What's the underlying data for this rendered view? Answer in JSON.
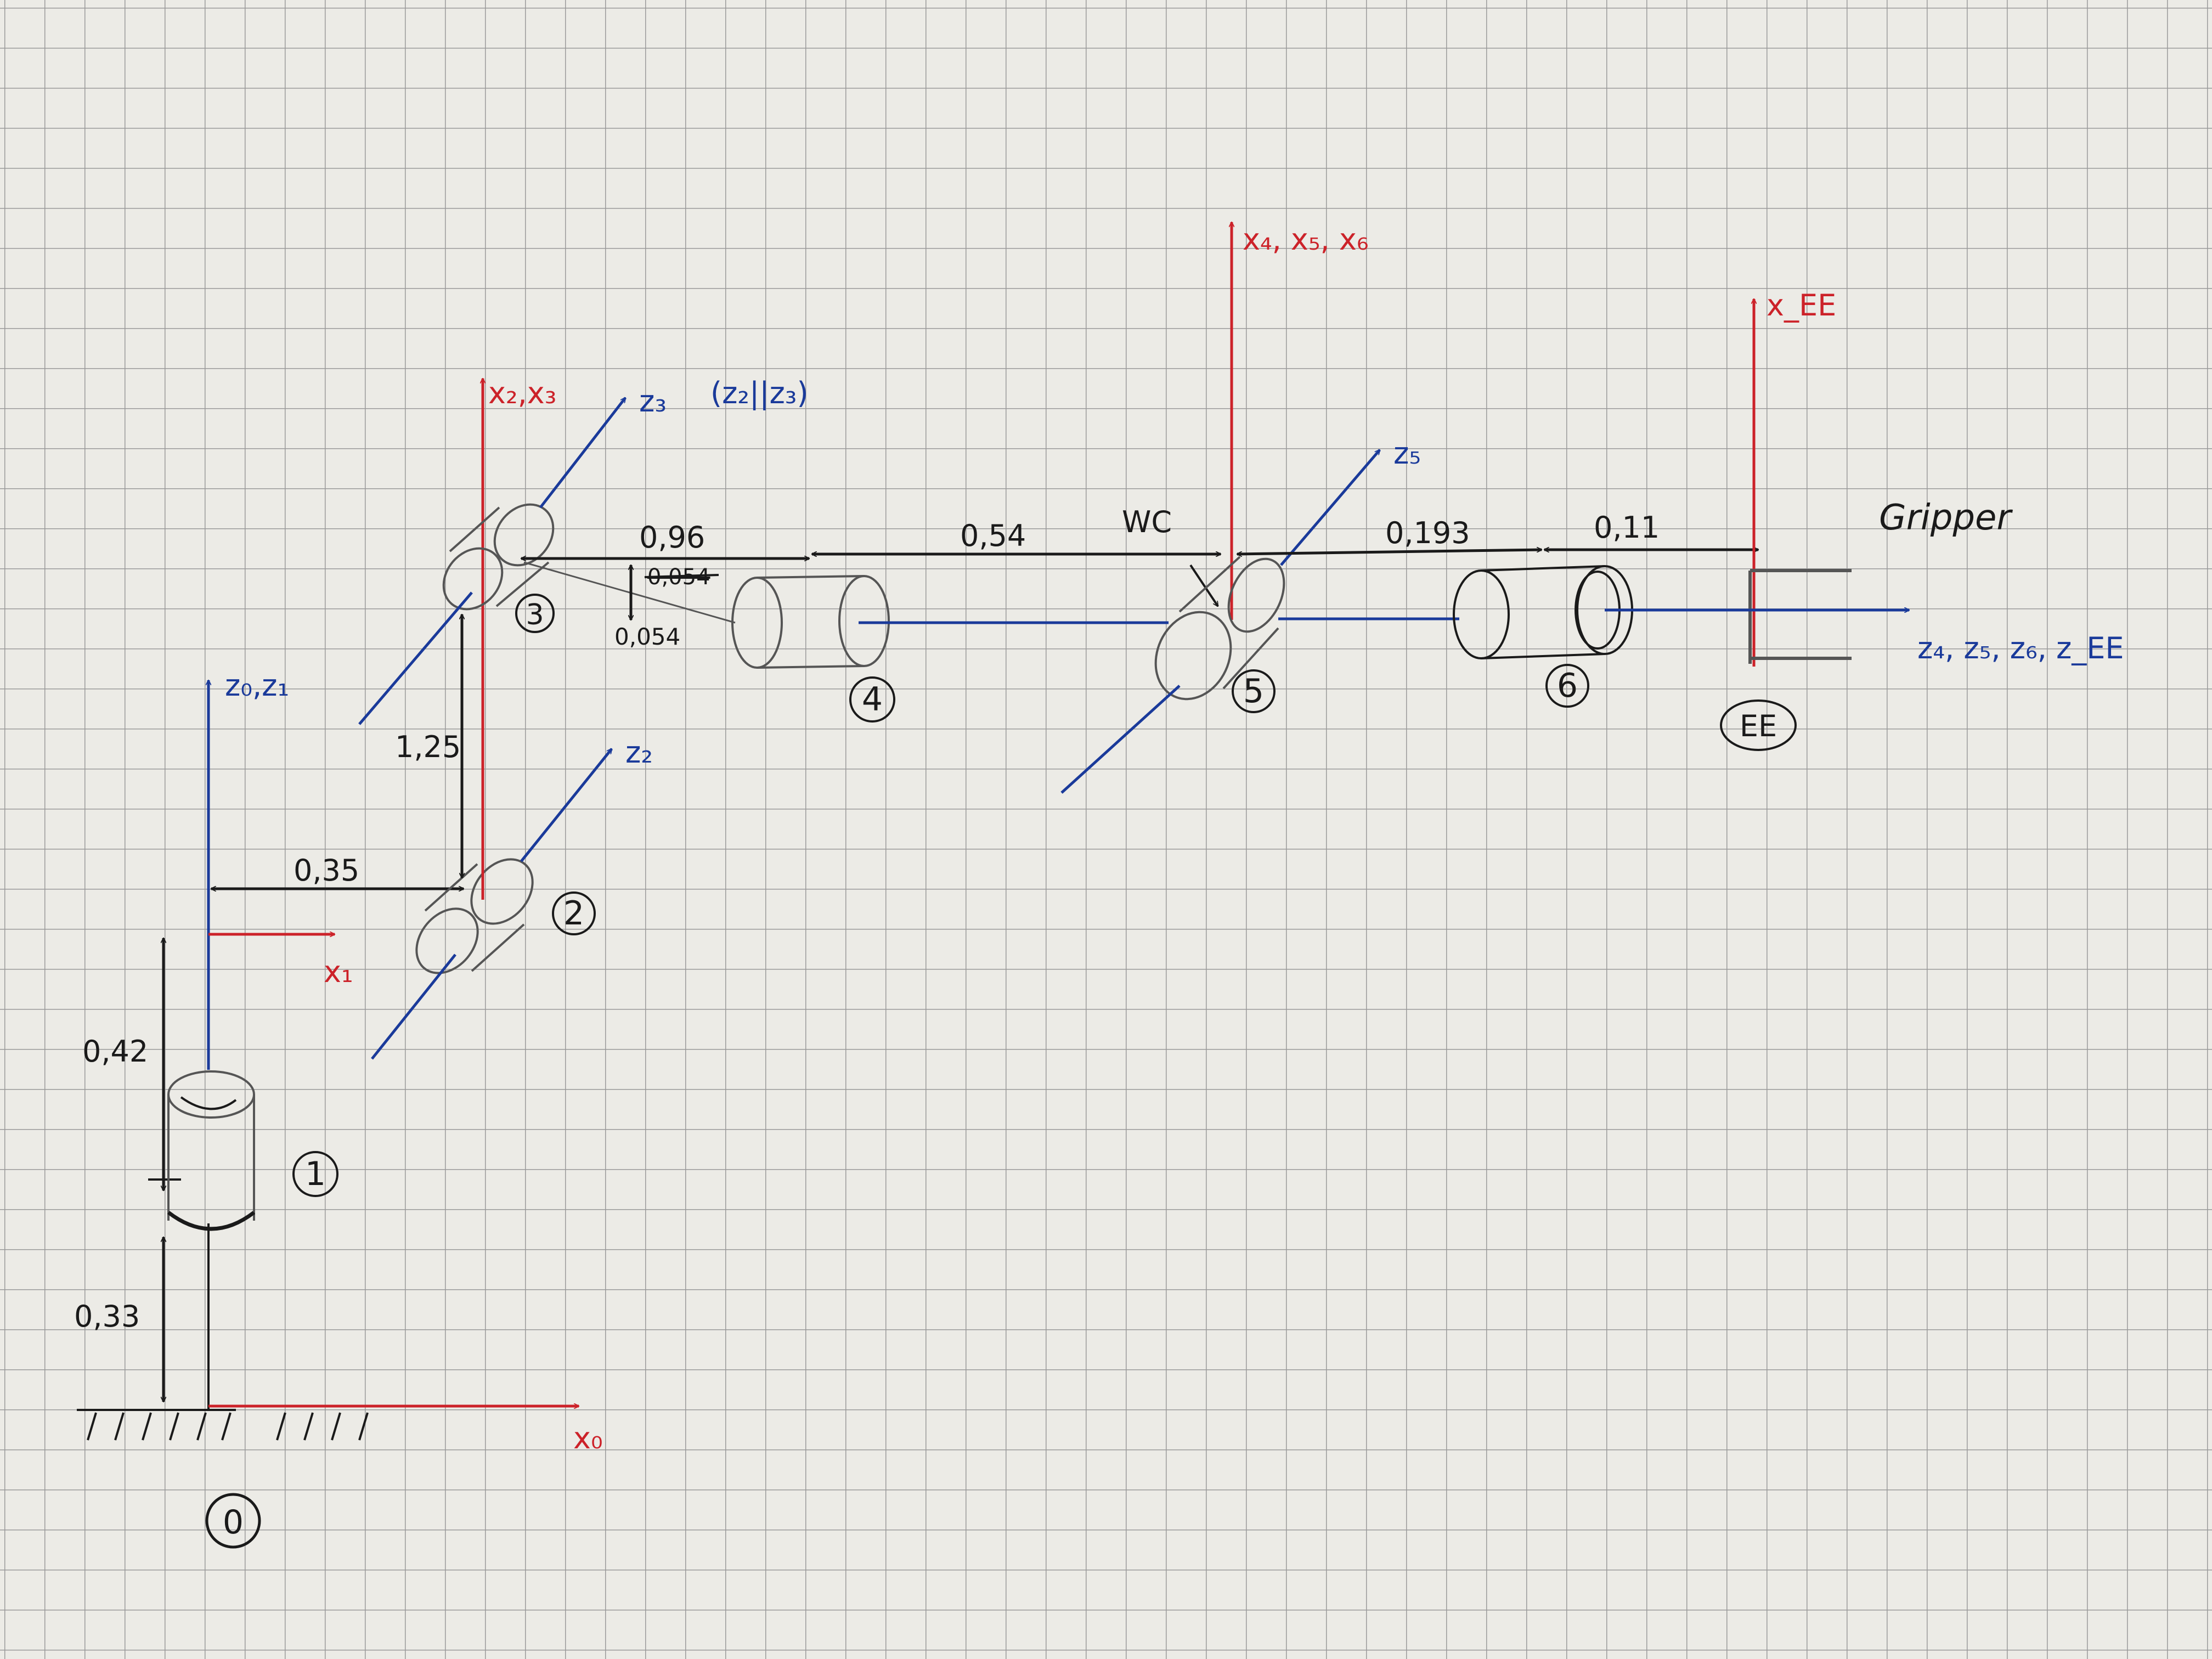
{
  "colors": {
    "paper": "#ecebe6",
    "grid": "#9a9a9a",
    "ink": "#1a1a1a",
    "x_axis": "#cc2229",
    "z_axis": "#1a3a9a",
    "link": "#555555"
  },
  "axis_labels": {
    "x0": "x₀",
    "x1": "x₁",
    "x23": "x₂,x₃",
    "x456": "x₄, x₅, x₆",
    "xee": "x_EE",
    "z01": "z₀,z₁",
    "z2": "z₂",
    "z3": "z₃",
    "z5": "z₅",
    "z46ee": "z₄, z₅, z₆, z_EE",
    "parallel_note": "(z₂||z₃)"
  },
  "dimensions": {
    "d033": "0,33",
    "d042": "0,42",
    "d035": "0,35",
    "d125": "1,25",
    "d096": "0,96",
    "d054": "0,54",
    "d0054": "0,054",
    "d0054_crossed": "0,054",
    "d0193": "0,193",
    "d011": "0,11"
  },
  "joint_labels": {
    "j0": "0",
    "j1": "1",
    "j2": "2",
    "j3": "3",
    "j4": "4",
    "j5": "5",
    "j6": "6",
    "jee": "EE"
  },
  "notes": {
    "wc": "WC",
    "gripper": "Gripper"
  }
}
